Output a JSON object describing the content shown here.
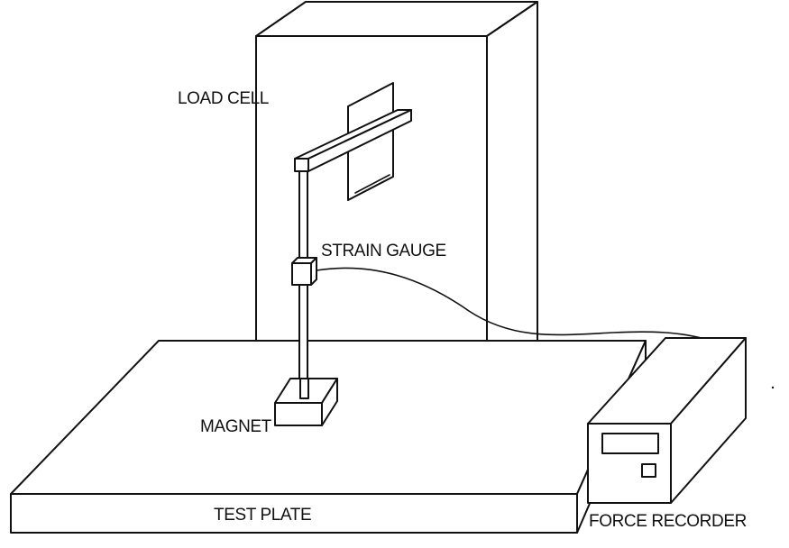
{
  "labels": {
    "load_cell": "LOAD CELL",
    "strain_gauge": "STRAIN GAUGE",
    "magnet": "MAGNET",
    "test_plate": "TEST PLATE",
    "force_recorder": "FORCE RECORDER"
  }
}
